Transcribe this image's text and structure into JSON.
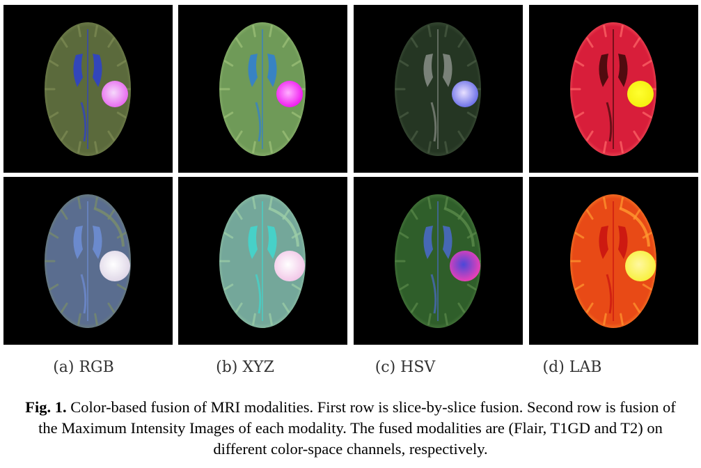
{
  "subfigures": [
    {
      "label": "(a) RGB",
      "row1": {
        "base": "#5b6a3c",
        "edge": "#7f8d55",
        "vent": "#2b3fd0",
        "tumor": "#e86cf0",
        "core": "#f5d8fb"
      },
      "row2": {
        "base": "#5a6d8f",
        "edge": "#7a8d6a",
        "vent": "#6f8fd8",
        "tumor": "#e0d8e8",
        "core": "#ffffff"
      }
    },
    {
      "label": "(b) XYZ",
      "row1": {
        "base": "#6f9a58",
        "edge": "#9ec27a",
        "vent": "#2f7fd6",
        "tumor": "#f01cf0",
        "core": "#ffb0ff"
      },
      "row2": {
        "base": "#74a79a",
        "edge": "#9ed0a8",
        "vent": "#3fd8d0",
        "tumor": "#f2c8e8",
        "core": "#ffffff"
      }
    },
    {
      "label": "(c) HSV",
      "row1": {
        "base": "#253623",
        "edge": "#4a5d44",
        "vent": "#8a8f88",
        "tumor": "#6e72e8",
        "core": "#e8e0ff"
      },
      "row2": {
        "base": "#2f5e2a",
        "edge": "#5a8a4a",
        "vent": "#4a6acc",
        "tumor": "#e840b8",
        "core": "#4a48d8"
      }
    },
    {
      "label": "(d) LAB",
      "row1": {
        "base": "#d81e3a",
        "edge": "#ff6a6a",
        "vent": "#3a0808",
        "tumor": "#f5f010",
        "core": "#ffff30"
      },
      "row2": {
        "base": "#e84a16",
        "edge": "#ff9a30",
        "vent": "#c81010",
        "tumor": "#f8f040",
        "core": "#fff8a0"
      }
    }
  ],
  "caption": {
    "prefix": "Fig. 1.",
    "text": " Color-based fusion of MRI modalities. First row is slice-by-slice fusion. Second row is fusion of the Maximum Intensity Images of each modality. The fused modalities are (Flair, T1GD and T2) on different color-space channels, respectively."
  }
}
